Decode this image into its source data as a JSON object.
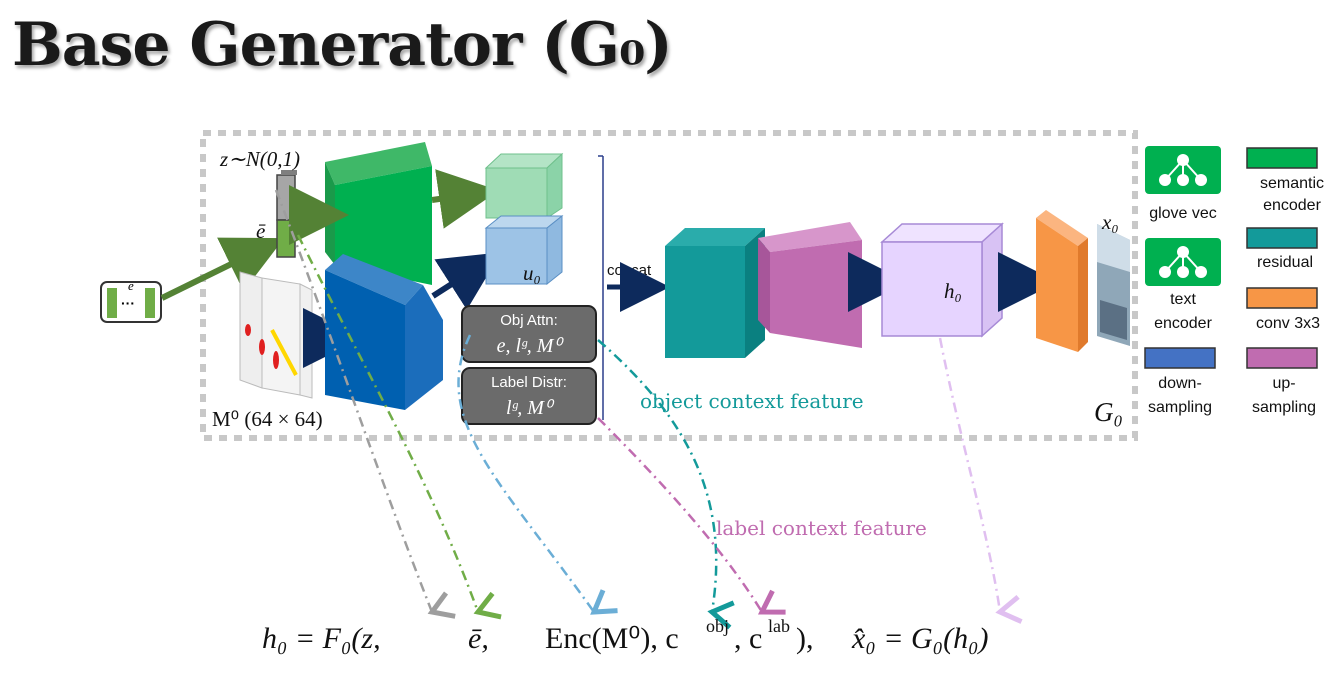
{
  "title": "Base Generator (G₀)",
  "diagram": {
    "noise_label": "z∼N(0,1)",
    "e_bar": "ē",
    "e_small": "e",
    "dots": "···",
    "mask_label": "M⁰ (64 × 64)",
    "u0": "u₀",
    "obj_attn_title": "Obj Attn:",
    "obj_attn_args": "e, lᵍ, M⁰",
    "label_distr_title": "Label Distr:",
    "label_distr_args": "lᵍ, M⁰",
    "concat": "concat",
    "h0": "h₀",
    "x0": "x₀",
    "g0": "G₀",
    "object_context": "object context feature",
    "label_context": "label context feature"
  },
  "legend": {
    "glove": "glove vec",
    "text_encoder": [
      "text",
      "encoder"
    ],
    "semantic_encoder": [
      "semantic",
      "encoder"
    ],
    "residual": "residual",
    "conv": "conv 3x3",
    "downsampling": [
      "down-",
      "sampling"
    ],
    "upsampling": [
      "up-",
      "sampling"
    ]
  },
  "formula": {
    "h0": "h₀ = F₀(z,",
    "ebar": "ē,",
    "enc": "Enc(M⁰), c",
    "obj": "obj",
    "comma": ", c",
    "lab": "lab",
    "close": "),",
    "rhs": "x̂₀ = G₀(h₀)"
  },
  "colors": {
    "green": "#00b050",
    "teal": "#139a9a",
    "blue": "#0070c0",
    "purple": "#c06cb0",
    "orange": "#f79646",
    "lavender": "#e6d4ff",
    "gray_box": "#6b6b6b"
  }
}
